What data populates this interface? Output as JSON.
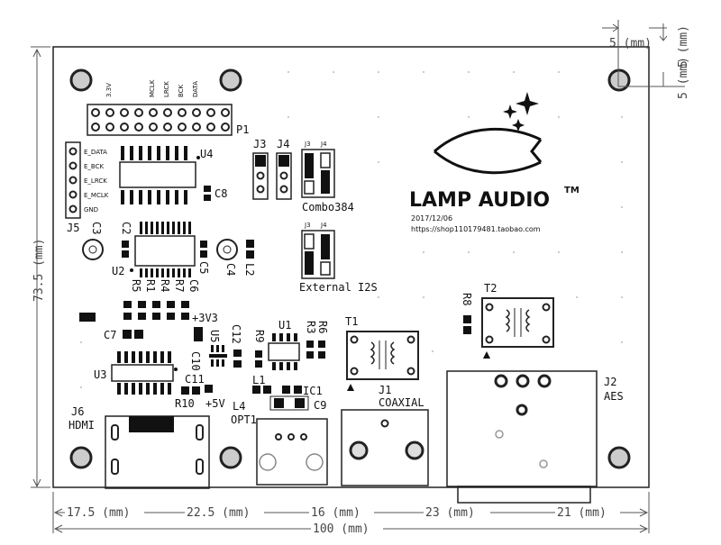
{
  "dimensions": {
    "corner_top": "5 (mm)",
    "corner_side": "5 (mm)",
    "height": "73.5 (mm)",
    "seg1": "17.5 (mm)",
    "seg2": "22.5 (mm)",
    "seg3": "16 (mm)",
    "seg4": "23 (mm)",
    "seg5": "21 (mm)",
    "total": "100 (mm)"
  },
  "header_pins": [
    "3.3V",
    "MCLK",
    "LRCK",
    "BCK",
    "DATA"
  ],
  "j5_pins": [
    "E_DATA",
    "E_BCK",
    "E_LRCK",
    "E_MCLK",
    "GND"
  ],
  "labels": {
    "P1": "P1",
    "U4": "U4",
    "C8": "C8",
    "J5": "J5",
    "C3": "C3",
    "C2": "C2",
    "U2": "U2",
    "C5": "C5",
    "C4": "C4",
    "L2": "L2",
    "R5": "R5",
    "R1": "R1",
    "R4": "R4",
    "R7": "R7",
    "C6": "C6",
    "C7": "C7",
    "V3": "+3V3",
    "U5": "U5",
    "C12": "C12",
    "C10": "C10",
    "C11": "C11",
    "U3": "U3",
    "R10": "R10",
    "P5V": "+5V",
    "R9": "R9",
    "U1": "U1",
    "R3": "R3",
    "R6": "R6",
    "L1": "L1",
    "IC1": "IC1",
    "L4": "L4",
    "C9": "C9",
    "OPT1": "OPT1",
    "J6": "J6",
    "HDMI": "HDMI",
    "J3": "J3",
    "J4": "J4",
    "J3s": "J3",
    "J4s": "J4",
    "combo": "Combo384",
    "J3s2": "J3",
    "J4s2": "J4",
    "external": "External I2S",
    "T1": "T1",
    "J1": "J1",
    "coax": "COAXIAL",
    "T2": "T2",
    "R8": "R8",
    "J2": "J2",
    "aes": "AES"
  },
  "brand": {
    "name": "LAMP AUDIO",
    "tm": "TM",
    "date": "2017/12/06",
    "url": "https://shop110179481.taobao.com"
  }
}
